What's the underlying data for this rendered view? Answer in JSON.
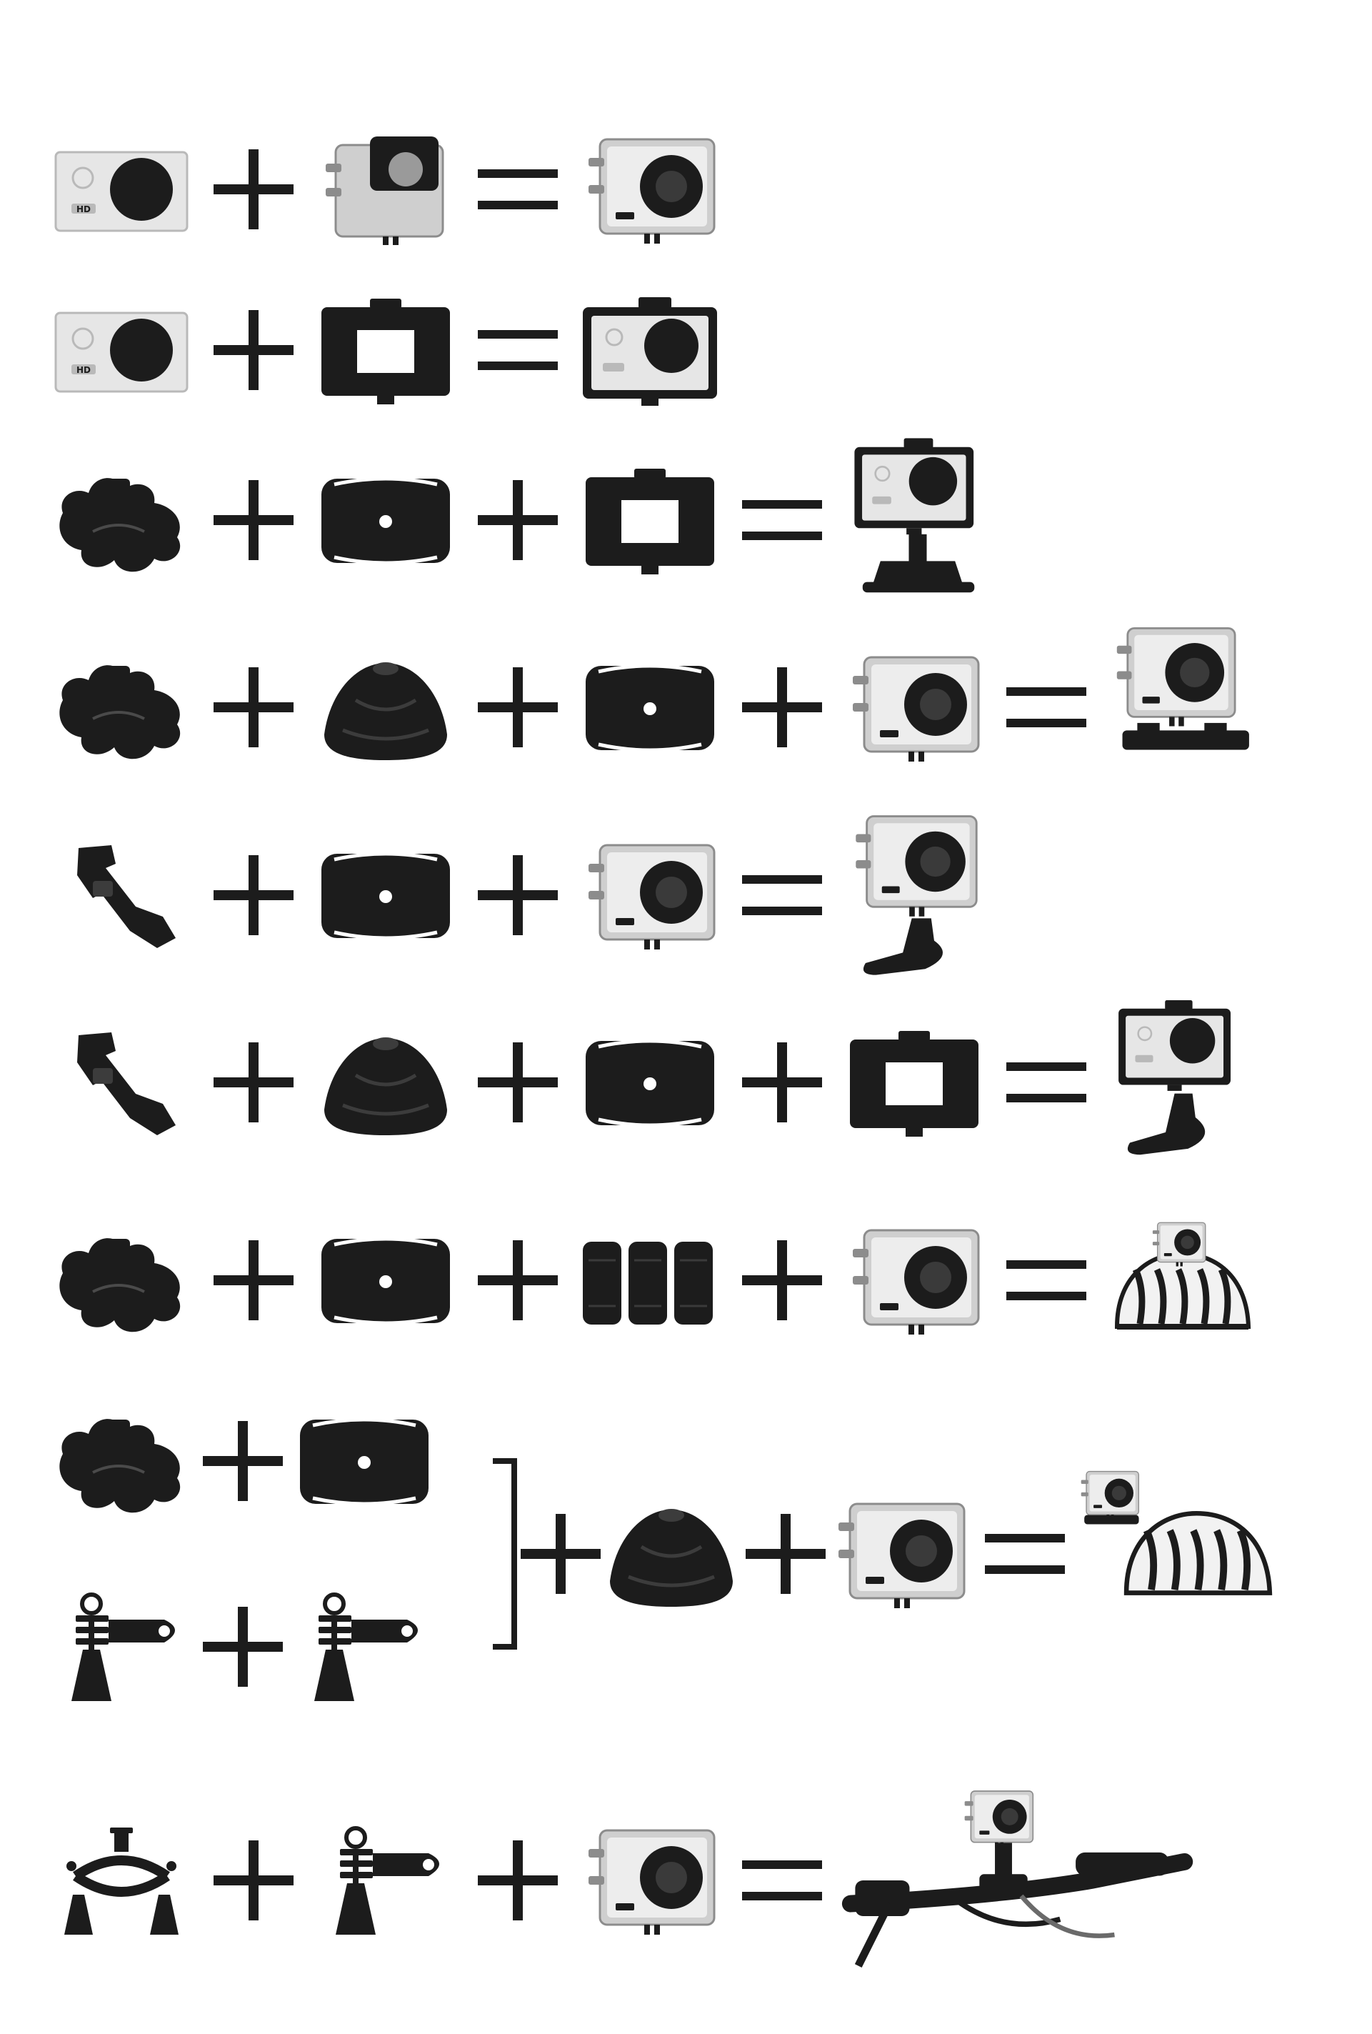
{
  "diagram": {
    "palette": {
      "ink": "#1c1c1c",
      "body": "#e6e6e6",
      "shade": "#b9b9b9",
      "housing": "#cfcfcf",
      "background": "#ffffff"
    },
    "camera_text": "HD",
    "rows": [
      {
        "items": [
          "camera",
          "waterproof-housing",
          "camera-in-housing"
        ]
      },
      {
        "items": [
          "camera",
          "frame-mount",
          "camera-in-frame"
        ]
      },
      {
        "items": [
          "quick-release-buckle",
          "flat-adhesive-mount",
          "frame-mount",
          "framed-camera-on-mount"
        ]
      },
      {
        "items": [
          "quick-release-buckle",
          "dome-mount",
          "flat-adhesive-mount",
          "camera-in-housing",
          "housed-camera-on-buckle"
        ]
      },
      {
        "items": [
          "j-hook-buckle",
          "flat-adhesive-mount",
          "camera-in-housing",
          "housed-camera-on-j-hook"
        ]
      },
      {
        "items": [
          "j-hook-buckle",
          "dome-mount",
          "flat-adhesive-mount",
          "frame-mount",
          "framed-camera-on-j-hook"
        ]
      },
      {
        "items": [
          "quick-release-buckle",
          "flat-adhesive-mount",
          "strap-pads",
          "camera-in-housing",
          "camera-on-helmet"
        ]
      },
      {
        "grouped": true,
        "items": [
          [
            "quick-release-buckle",
            "flat-adhesive-mount"
          ],
          [
            "thumbscrew-pivot-arm",
            "thumbscrew-pivot-arm"
          ],
          "dome-mount",
          "camera-in-housing",
          "camera-on-helmet-side"
        ]
      },
      {
        "items": [
          "handlebar-mount",
          "thumbscrew-pivot-arm",
          "camera-in-housing",
          "camera-on-bicycle"
        ]
      }
    ]
  }
}
